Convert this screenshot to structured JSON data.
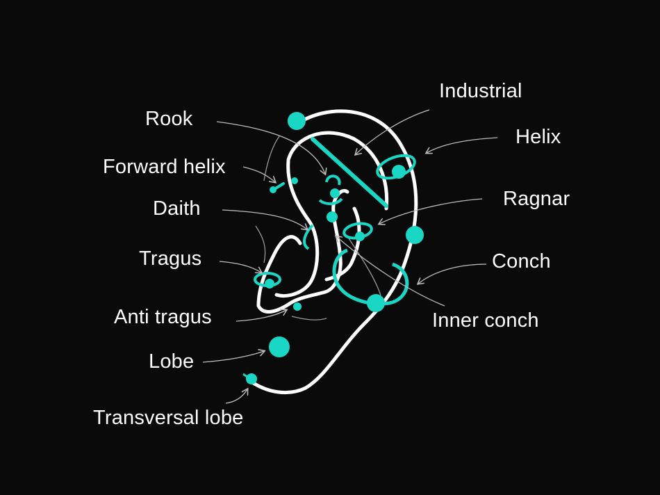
{
  "colors": {
    "background": "#0a0a0a",
    "ear_outline": "#ffffff",
    "jewelry": "#1ad6c4",
    "pointer": "#bdbdbd",
    "label_text": "#ffffff"
  },
  "labels": {
    "rook": "Rook",
    "forward_helix": "Forward helix",
    "daith": "Daith",
    "tragus": "Tragus",
    "anti_tragus": "Anti tragus",
    "lobe": "Lobe",
    "transversal_lobe": "Transversal lobe",
    "industrial": "Industrial",
    "helix": "Helix",
    "ragnar": "Ragnar",
    "conch": "Conch",
    "inner_conch": "Inner conch"
  }
}
